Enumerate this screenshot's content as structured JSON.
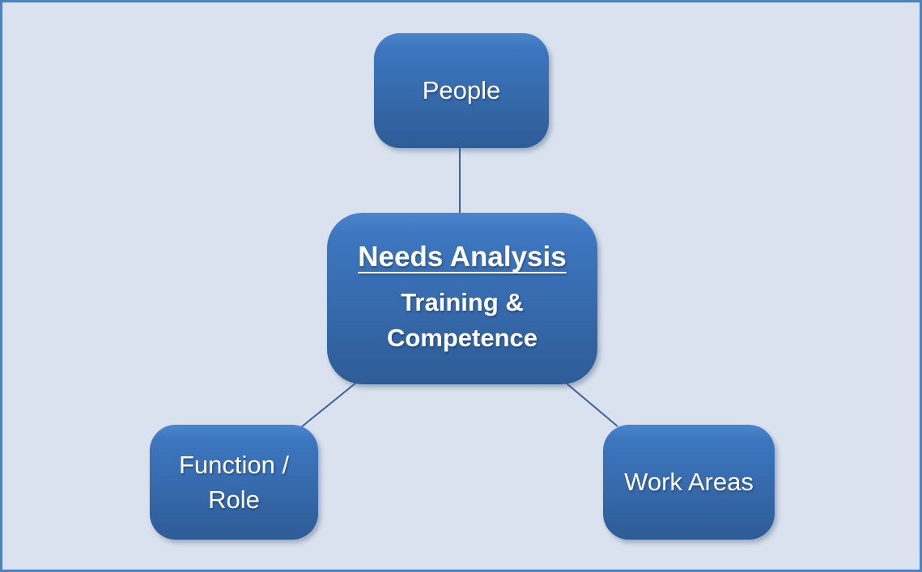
{
  "canvas": {
    "background_color": "#dae2ef",
    "frame_border_color": "#4f81bd",
    "node_fill_top": "#4a85cd",
    "node_fill_bottom": "#2e5c96",
    "connector_color": "#3c6498",
    "text_color": "#ffffff"
  },
  "diagram": {
    "type": "hub-and-spoke",
    "center": {
      "title": "Needs Analysis",
      "subtitle_lines": [
        "Training &",
        "Competence"
      ]
    },
    "nodes": [
      {
        "id": "people",
        "label": "People",
        "position": "top"
      },
      {
        "id": "function-role",
        "label_lines": [
          "Function /",
          "Role"
        ],
        "position": "bottom-left"
      },
      {
        "id": "work-areas",
        "label": "Work Areas",
        "position": "bottom-right"
      }
    ],
    "connections": [
      {
        "from": "center",
        "to": "people"
      },
      {
        "from": "center",
        "to": "function-role"
      },
      {
        "from": "center",
        "to": "work-areas"
      }
    ]
  }
}
